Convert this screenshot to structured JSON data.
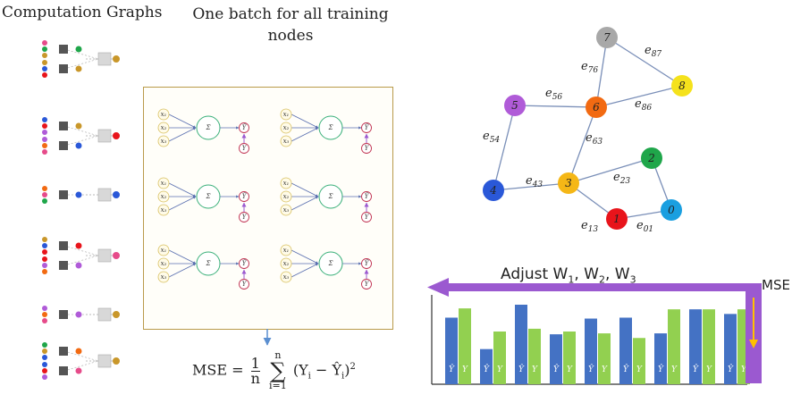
{
  "titles": {
    "computation_graphs": "Computation Graphs",
    "batch": "One batch for all training nodes"
  },
  "mse_formula": {
    "lhs": "MSE =",
    "frac_num": "1",
    "frac_den": "n",
    "sum_top": "n",
    "sum_bottom": "i=1",
    "body": "(Y",
    "body_sub": "i",
    "minus": " − ",
    "hat": "Ŷ",
    "hat_sub": "i",
    "tail": ")",
    "sq": "2"
  },
  "adjust": {
    "prefix": "Adjust W",
    "w1": "1",
    "w2": "2",
    "w3": "3"
  },
  "mse_label": "MSE",
  "graph": {
    "nodes": [
      {
        "id": "0",
        "color": "#1a9fe0"
      },
      {
        "id": "1",
        "color": "#e8141b"
      },
      {
        "id": "2",
        "color": "#1fa64a"
      },
      {
        "id": "3",
        "color": "#f5b716"
      },
      {
        "id": "4",
        "color": "#2a58d8"
      },
      {
        "id": "5",
        "color": "#b05bd8"
      },
      {
        "id": "6",
        "color": "#f26a12"
      },
      {
        "id": "7",
        "color": "#a8a8a8"
      },
      {
        "id": "8",
        "color": "#f5e21c"
      }
    ],
    "edges": [
      {
        "from": "5",
        "to": "6",
        "label": "e",
        "sub": "56"
      },
      {
        "from": "7",
        "to": "6",
        "label": "e",
        "sub": "76"
      },
      {
        "from": "7",
        "to": "8",
        "label": "e",
        "sub": "87"
      },
      {
        "from": "6",
        "to": "8",
        "label": "e",
        "sub": "86"
      },
      {
        "from": "5",
        "to": "4",
        "label": "e",
        "sub": "54"
      },
      {
        "from": "6",
        "to": "3",
        "label": "e",
        "sub": "63"
      },
      {
        "from": "4",
        "to": "3",
        "label": "e",
        "sub": "43"
      },
      {
        "from": "3",
        "to": "2",
        "label": "e",
        "sub": "23"
      },
      {
        "from": "3",
        "to": "1",
        "label": "e",
        "sub": "13"
      },
      {
        "from": "1",
        "to": "0",
        "label": "e",
        "sub": "01"
      },
      {
        "from": "2",
        "to": "0",
        "label": "",
        "sub": ""
      }
    ]
  },
  "bar_chart": {
    "predicted_label": "Ŷ",
    "actual_label": "Y",
    "pairs": [
      {
        "predicted": 0.72,
        "actual": 0.82
      },
      {
        "predicted": 0.38,
        "actual": 0.57
      },
      {
        "predicted": 0.86,
        "actual": 0.6
      },
      {
        "predicted": 0.54,
        "actual": 0.57
      },
      {
        "predicted": 0.71,
        "actual": 0.55
      },
      {
        "predicted": 0.72,
        "actual": 0.5
      },
      {
        "predicted": 0.55,
        "actual": 0.81
      },
      {
        "predicted": 0.81,
        "actual": 0.81
      },
      {
        "predicted": 0.76,
        "actual": 0.81
      }
    ],
    "colors": {
      "predicted": "#4472c4",
      "actual": "#92d050",
      "arrow": "#9b59d0",
      "down_arrow": "#ffc000"
    }
  },
  "mini_nn": {
    "inputs": [
      "x₁",
      "x₂",
      "x₃"
    ],
    "output": "Ŷ",
    "target": "Y",
    "sum": "Σ"
  }
}
